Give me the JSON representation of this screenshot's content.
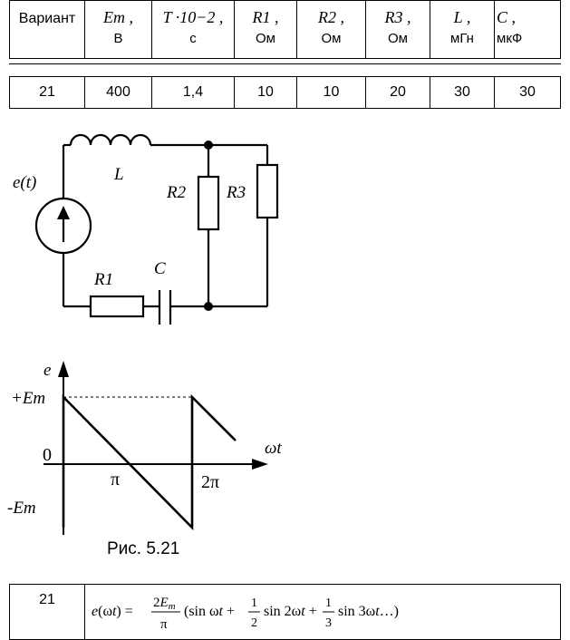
{
  "table": {
    "header_variant": "Вариант",
    "columns": [
      {
        "symbol": "Em ,",
        "unit": "В"
      },
      {
        "symbol": "T ·10−2 ,",
        "unit": "с"
      },
      {
        "symbol": "R1 ,",
        "unit": "Ом"
      },
      {
        "symbol": "R2 ,",
        "unit": "Ом"
      },
      {
        "symbol": "R3 ,",
        "unit": "Ом"
      },
      {
        "symbol": "L ,",
        "unit": "мГн"
      },
      {
        "symbol": "C ,",
        "unit": "мкФ"
      }
    ],
    "row": [
      "21",
      "400",
      "1,4",
      "10",
      "10",
      "20",
      "30",
      "30"
    ]
  },
  "circuit": {
    "source": "e(t)",
    "inductor": "L",
    "capacitor": "C",
    "r1": "R1",
    "r2": "R2",
    "r3": "R3"
  },
  "graph": {
    "y_axis": "e",
    "x_axis": "ωt",
    "plus_em": "+Em",
    "minus_em": "-Em",
    "zero": "0",
    "pi": "π",
    "two_pi": "2π"
  },
  "caption": "Рис. 5.21",
  "formula_table": {
    "variant": "21",
    "formula": "e(ωt) = (2Em/π)(sin ωt + ½ sin 2ωt + ⅓ sin 3ωt…)"
  }
}
